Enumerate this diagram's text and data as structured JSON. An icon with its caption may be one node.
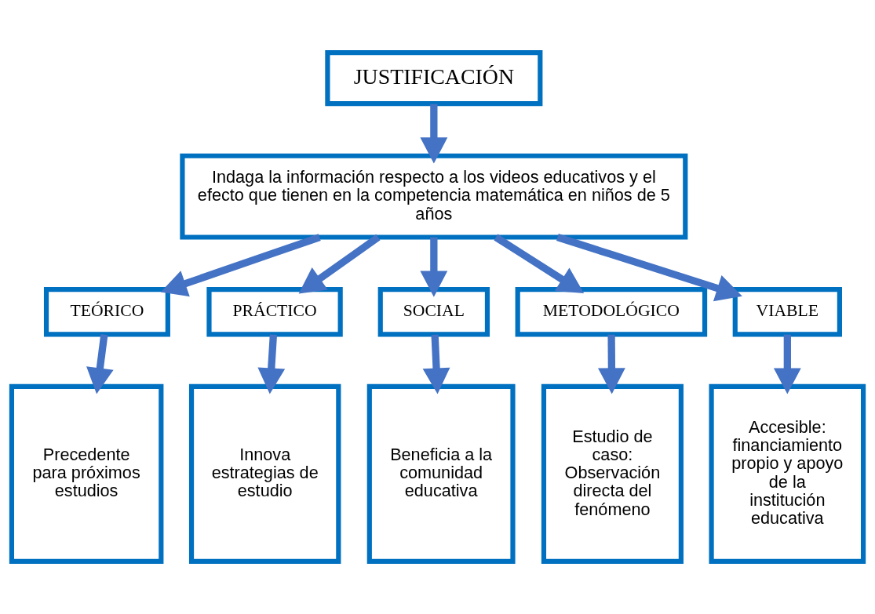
{
  "diagram": {
    "nodes": [
      {
        "text": [
          "JUSTIFICACIÓN"
        ]
      },
      {
        "text": [
          "Indaga la información respecto a los videos educativos y el efecto que tienen en la competencia matemática en niños de 5 años"
        ]
      },
      {
        "text": [
          "TEÓRICO"
        ]
      },
      {
        "text": [
          "PRÁCTICO"
        ]
      },
      {
        "text": [
          "SOCIAL"
        ]
      },
      {
        "text": [
          "METODOLÓGICO"
        ]
      },
      {
        "text": [
          "VIABLE"
        ]
      },
      {
        "text": [
          "Precedente para próximos estudios"
        ]
      },
      {
        "text": [
          "Innova estrategias de estudio"
        ]
      },
      {
        "text": [
          "Beneficia a la comunidad educativa"
        ]
      },
      {
        "text": [
          "Estudio de caso: Observación directa del fenómeno"
        ]
      },
      {
        "text": [
          "Accesible: financiamiento propio y apoyo de la institución educativa"
        ]
      }
    ],
    "edges": [
      {
        "from": 0,
        "to": 1,
        "arrow": "to"
      },
      {
        "from": 1,
        "to": 2,
        "arrow": "to"
      },
      {
        "from": 1,
        "to": 3,
        "arrow": "to"
      },
      {
        "from": 1,
        "to": 4,
        "arrow": "to"
      },
      {
        "from": 1,
        "to": 5,
        "arrow": "to"
      },
      {
        "from": 1,
        "to": 6,
        "arrow": "to"
      },
      {
        "from": 2,
        "to": 7,
        "arrow": "to"
      },
      {
        "from": 3,
        "to": 8,
        "arrow": "to"
      },
      {
        "from": 4,
        "to": 9,
        "arrow": "to"
      },
      {
        "from": 5,
        "to": 10,
        "arrow": "to"
      },
      {
        "from": 6,
        "to": 11,
        "arrow": "to"
      }
    ]
  }
}
